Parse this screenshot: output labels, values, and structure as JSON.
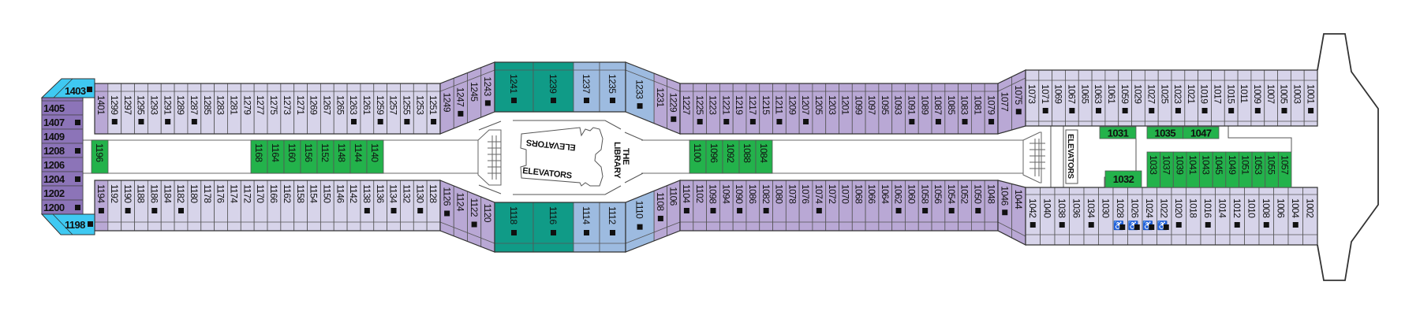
{
  "colors": {
    "lavender": "#d7d4ea",
    "purple": "#b9a8d5",
    "deep_purple": "#8c74b8",
    "teal": "#109b87",
    "blue": "#9dbbe0",
    "green": "#23b24b",
    "cyan": "#3fc9f2"
  },
  "aft": {
    "top": "1403",
    "column": [
      "1405",
      "1407",
      "1409",
      "1208",
      "1206",
      "1204",
      "1202",
      "1200"
    ],
    "bottom": "1198"
  },
  "upper": [
    {
      "color": "lavender",
      "cabins": [
        "1401",
        "1299",
        "1297",
        "1295",
        "1293",
        "1291",
        "1289",
        "1287",
        "1285",
        "1283",
        "1281",
        "1279",
        "1277",
        "1275",
        "1273",
        "1271",
        "1269",
        "1267",
        "1265",
        "1263",
        "1261",
        "1259",
        "1257",
        "1255",
        "1253",
        "1251"
      ]
    },
    {
      "color": "purple",
      "cabins": [
        "1249",
        "1247",
        "1245",
        "1243"
      ]
    },
    {
      "color": "teal",
      "cabins": [
        "1241",
        "1239",
        "1237",
        "1235"
      ]
    },
    {
      "color": "purple",
      "cabins": [
        "1233",
        "1231",
        "1229"
      ]
    },
    {
      "color": "purple",
      "cabins": [
        "1227",
        "1225",
        "1223",
        "1221",
        "1219",
        "1217",
        "1215",
        "1211",
        "1209",
        "1207",
        "1205",
        "1203",
        "1201",
        "1099",
        "1097",
        "1095",
        "1093",
        "1091",
        "1089",
        "1087",
        "1085",
        "1083",
        "1081",
        "1079"
      ]
    },
    {
      "color": "purple",
      "cabins": [
        "1077",
        "1075"
      ]
    },
    {
      "color": "lavender",
      "cabins": [
        "1073",
        "1071",
        "1069",
        "1067",
        "1065",
        "1063",
        "1061",
        "1059",
        "1029",
        "1027",
        "1025",
        "1023",
        "1021",
        "1019",
        "1017",
        "1015",
        "1011",
        "1009",
        "1007",
        "1005",
        "1003",
        "1001"
      ]
    }
  ],
  "lower": [
    {
      "color": "lavender",
      "cabins": [
        "1194",
        "1192",
        "1190",
        "1188",
        "1186",
        "1184",
        "1182",
        "1180",
        "1178",
        "1176",
        "1174",
        "1172",
        "1170",
        "1166",
        "1162",
        "1158",
        "1154",
        "1150",
        "1146",
        "1142",
        "1138",
        "1136",
        "1134",
        "1132",
        "1130",
        "1128"
      ]
    },
    {
      "color": "purple",
      "cabins": [
        "1126",
        "1124",
        "1122",
        "1120"
      ]
    },
    {
      "color": "teal",
      "cabins": [
        "1118",
        "1116",
        "1114",
        "1112"
      ]
    },
    {
      "color": "purple",
      "cabins": [
        "1110",
        "1108",
        "1106"
      ]
    },
    {
      "color": "purple",
      "cabins": [
        "1104",
        "1102",
        "1098",
        "1094",
        "1090",
        "1086",
        "1082",
        "1080",
        "1078",
        "1076",
        "1074",
        "1072",
        "1070",
        "1068",
        "1066",
        "1064",
        "1062",
        "1060",
        "1058",
        "1056",
        "1054",
        "1052",
        "1050",
        "1048"
      ]
    },
    {
      "color": "purple",
      "cabins": [
        "1046",
        "1044"
      ]
    },
    {
      "color": "lavender",
      "cabins": [
        "1042",
        "1040",
        "1038",
        "1036",
        "1034",
        "1030",
        "1028",
        "1026",
        "1024",
        "1022",
        "1020",
        "1018",
        "1016",
        "1014",
        "1012",
        "1010",
        "1008",
        "1006",
        "1004",
        "1002"
      ]
    }
  ],
  "category_overrides": {
    "1401": "purple",
    "1194": "purple",
    "1237": "blue",
    "1235": "blue",
    "1233": "blue",
    "1114": "blue",
    "1112": "blue",
    "1110": "blue"
  },
  "interior_cabins": {
    "aft_corridor": [
      "1196"
    ],
    "mid_corridor_aft": [
      "1168",
      "1164",
      "1160",
      "1156",
      "1152",
      "1148",
      "1144",
      "1140"
    ],
    "mid_corridor_fwd": [
      "1100",
      "1096",
      "1092",
      "1088",
      "1084"
    ],
    "fwd_block": [
      "1033",
      "1037",
      "1039",
      "1041",
      "1043",
      "1045",
      "1049",
      "1051",
      "1053",
      "1055",
      "1057"
    ],
    "fwd_row": [
      "1031",
      "1035",
      "1047"
    ],
    "fwd_single": "1032"
  },
  "marked": [
    "1403",
    "1407",
    "1208",
    "1204",
    "1200",
    "1198",
    "1299",
    "1295",
    "1291",
    "1287",
    "1263",
    "1259",
    "1255",
    "1251",
    "1247",
    "1243",
    "1241",
    "1239",
    "1237",
    "1235",
    "1233",
    "1229",
    "1225",
    "1221",
    "1217",
    "1211",
    "1207",
    "1091",
    "1087",
    "1083",
    "1079",
    "1075",
    "1071",
    "1067",
    "1063",
    "1059",
    "1027",
    "1023",
    "1019",
    "1015",
    "1009",
    "1005",
    "1001",
    "1194",
    "1190",
    "1186",
    "1182",
    "1138",
    "1134",
    "1130",
    "1126",
    "1122",
    "1118",
    "1116",
    "1114",
    "1112",
    "1110",
    "1108",
    "1104",
    "1098",
    "1090",
    "1082",
    "1074",
    "1062",
    "1058",
    "1054",
    "1050",
    "1046",
    "1042",
    "1038",
    "1034",
    "1028",
    "1026",
    "1024",
    "1022",
    "1020",
    "1016",
    "1012",
    "1008",
    "1004"
  ],
  "accessible": [
    "1028",
    "1026",
    "1024",
    "1022"
  ],
  "labels": {
    "elevators_mid_upper": "ELEVATORS",
    "elevators_mid_lower": "ELEVATORS",
    "library_line1": "THE",
    "library_line2": "LIBRARY",
    "elevators_fwd": "ELEVATORS"
  }
}
